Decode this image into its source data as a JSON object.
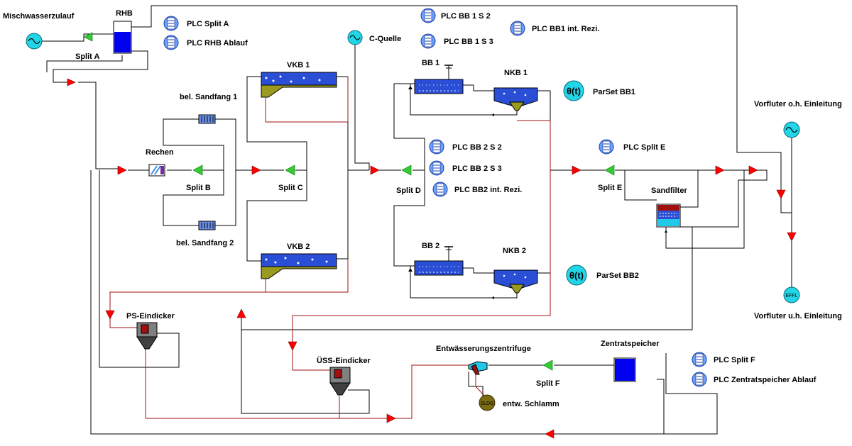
{
  "labels": {
    "mischwasserzulauf": "Mischwasserzulauf",
    "rhb": "RHB",
    "split_a": "Split A",
    "split_b": "Split B",
    "split_c": "Split C",
    "split_d": "Split D",
    "split_e": "Split E",
    "split_f": "Split F",
    "rechen": "Rechen",
    "bel_sandfang_1": "bel. Sandfang 1",
    "bel_sandfang_2": "bel. Sandfang 2",
    "vkb_1": "VKB 1",
    "vkb_2": "VKB 2",
    "c_quelle": "C-Quelle",
    "bb_1": "BB 1",
    "bb_2": "BB 2",
    "nkb_1": "NKB 1",
    "nkb_2": "NKB 2",
    "parset_bb1": "ParSet BB1",
    "parset_bb2": "ParSet BB2",
    "theta_t": "θ(t)",
    "sandfilter": "Sandfilter",
    "vorfluter_oh": "Vorfluter o.h. Einleitung",
    "vorfluter_uh": "Vorfluter u.h. Einleitung",
    "effl": "EFFL",
    "ps_eindicker": "PS-Eindicker",
    "uess_eindicker": "ÜSS-Eindicker",
    "entwaesserungszentrifuge": "Entwässerungszentrifuge",
    "zentratspeicher": "Zentratspeicher",
    "entw_schlamm": "entw. Schlamm",
    "sldg": "SLDG"
  },
  "plc": [
    "PLC Split A",
    "PLC RHB Ablauf",
    "PLC BB 1 S 2",
    "PLC BB 1 S 3",
    "PLC BB1 int. Rezi.",
    "PLC BB 2 S 2",
    "PLC BB 2 S 3",
    "PLC BB2 int. Rezi.",
    "PLC Split E",
    "PLC Split F",
    "PLC Zentratspeicher Ablauf"
  ],
  "colors": {
    "water": "#0000ee",
    "tank_blue": "#2a4fd6",
    "sludge_line": "#a01010",
    "arrow_red": "#ff0000",
    "arrow_green": "#33cc33",
    "source_cyan": "#22d6e8",
    "sludge_olive": "#7a6a10",
    "thickener_gray": "#808080"
  }
}
